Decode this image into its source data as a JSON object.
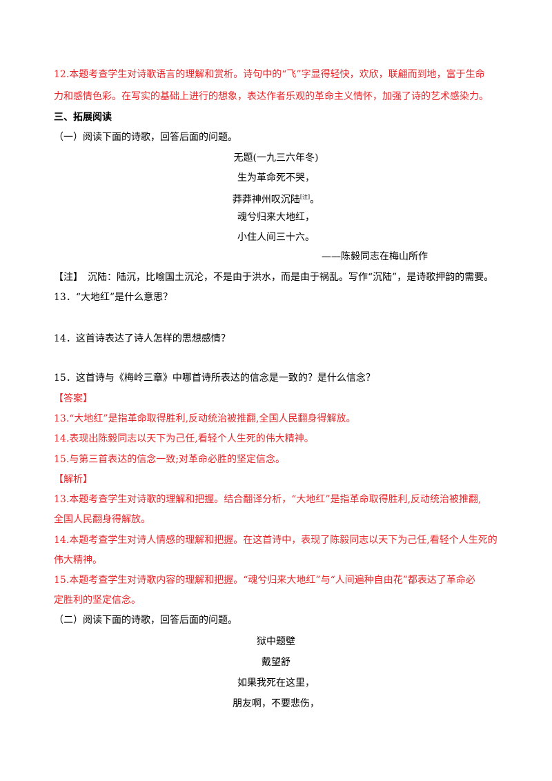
{
  "q12_analysis": [
    "12.本题考查学生对诗歌语言的理解和赏析。诗句中的“飞”字显得轻快，欢欣，联翩而到地，富于生命",
    "力和感情色彩。在写实的基础上进行的想象，表达作者乐观的革命主义情怀，加强了诗的艺术感染力。"
  ],
  "section3_title": "三、拓展阅读",
  "part1_intro": "（一）阅读下面的诗歌，回答后面的问题。",
  "poem1": {
    "title": "无题(一九三六年冬)",
    "line1": "生为革命死不哭，",
    "line2": "莽莽神州叹沉陆",
    "line2_note": "[注]",
    "line2_end": "。",
    "line3": "魂兮归来大地红，",
    "line4": "小住人间三十六。",
    "attribution": "——陈毅同志在梅山所作"
  },
  "note": "【注】　沉陆：陆沉，比喻国土沉沦，不是由于洪水，而是由于祸乱。写作“沉陆”，是诗歌押韵的需要。",
  "questions": {
    "q13": "13．“大地红”是什么意思？",
    "q14": "14．这首诗表达了诗人怎样的思想感情？",
    "q15": "15．这首诗与《梅岭三章》中哪首诗所表达的信念是一致的？是什么信念？"
  },
  "answer_label": "【答案】",
  "answers": {
    "a13": "13.“大地红”是指革命取得胜利,反动统治被推翻,全国人民翻身得解放。",
    "a14": "14.表现出陈毅同志以天下为己任,看轻个人生死的伟大精神。",
    "a15": "15.与第三首表达的信念一致;对革命必胜的坚定信念。"
  },
  "analysis_label": "【解析】",
  "analysis": {
    "a13_l1": "13.本题考查学生对诗歌的理解和把握。结合翻译分析，“大地红”是指革命取得胜利,反动统治被推翻,",
    "a13_l2": "全国人民翻身得解放。",
    "a14_l1": "14.本题考查学生对诗人情感的理解和把握。在这首诗中，表现了陈毅同志以天下为己任,看轻个人生死的",
    "a14_l2": "伟大精神。",
    "a15_l1": "15.本题考查学生对诗歌内容的理解和把握。“魂兮归来大地红”与“人间遍种自由花”都表达了革命必",
    "a15_l2": "定胜利的坚定信念。"
  },
  "part2_intro": "（二）阅读下面的诗歌，回答后面的问题。",
  "poem2": {
    "title": "狱中题壁",
    "author": "戴望舒",
    "line1": "如果我死在这里，",
    "line2": "朋友啊，不要悲伤，"
  }
}
